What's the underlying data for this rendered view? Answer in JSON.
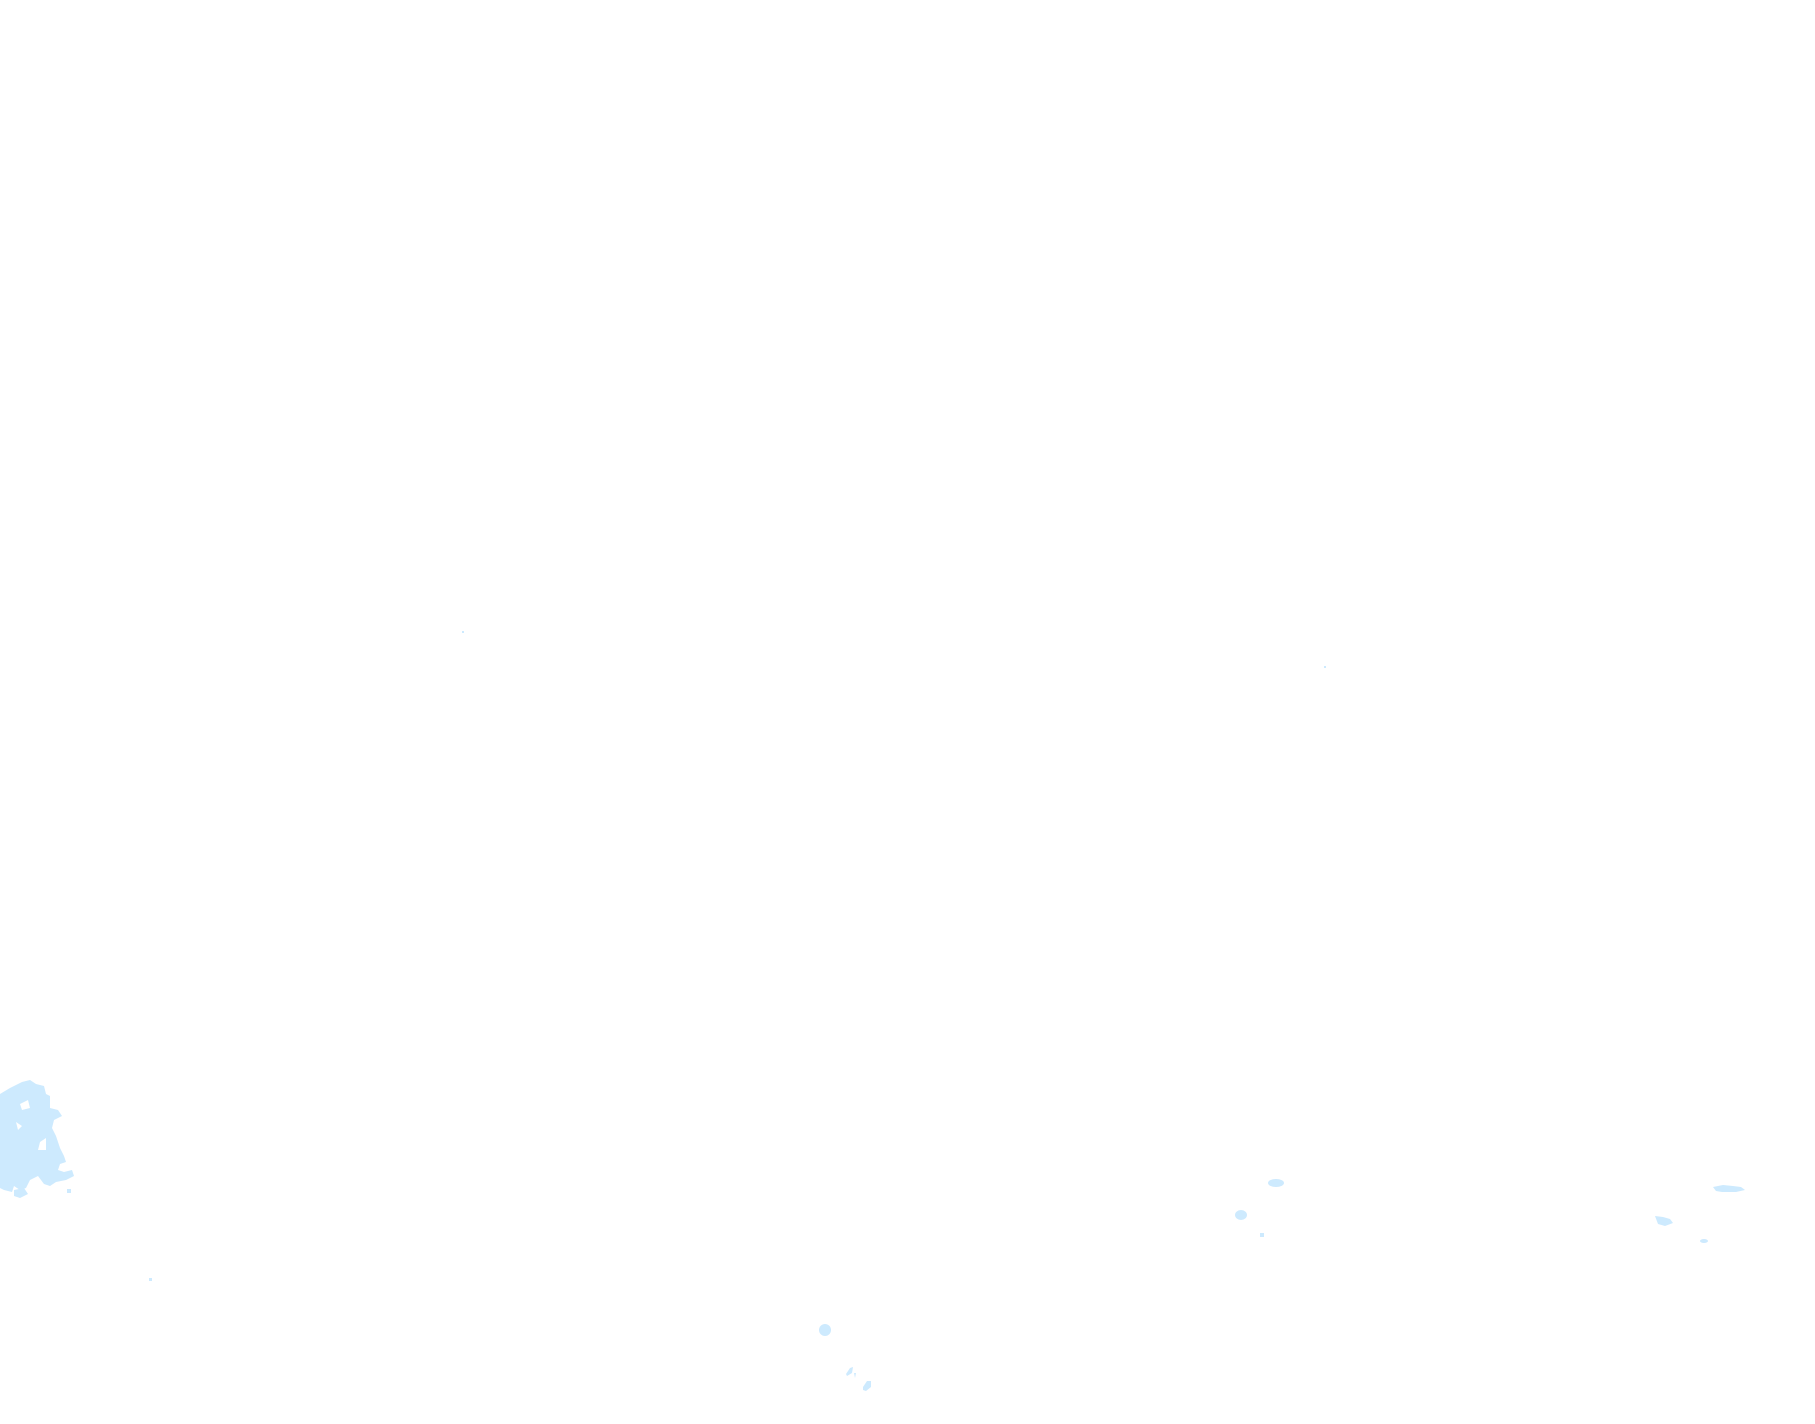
{
  "map": {
    "background_color": "#ffffff",
    "water_color": "#cdeafe",
    "features": [
      {
        "type": "lake-cluster",
        "name": "large-lake-cluster"
      },
      {
        "type": "lake",
        "name": "small-lake"
      },
      {
        "type": "lake",
        "name": "small-lake"
      },
      {
        "type": "lake",
        "name": "small-lake"
      },
      {
        "type": "lake",
        "name": "small-lake"
      },
      {
        "type": "lake",
        "name": "small-lake"
      },
      {
        "type": "lake",
        "name": "small-lake"
      },
      {
        "type": "pond",
        "name": "pond-dot"
      }
    ]
  }
}
